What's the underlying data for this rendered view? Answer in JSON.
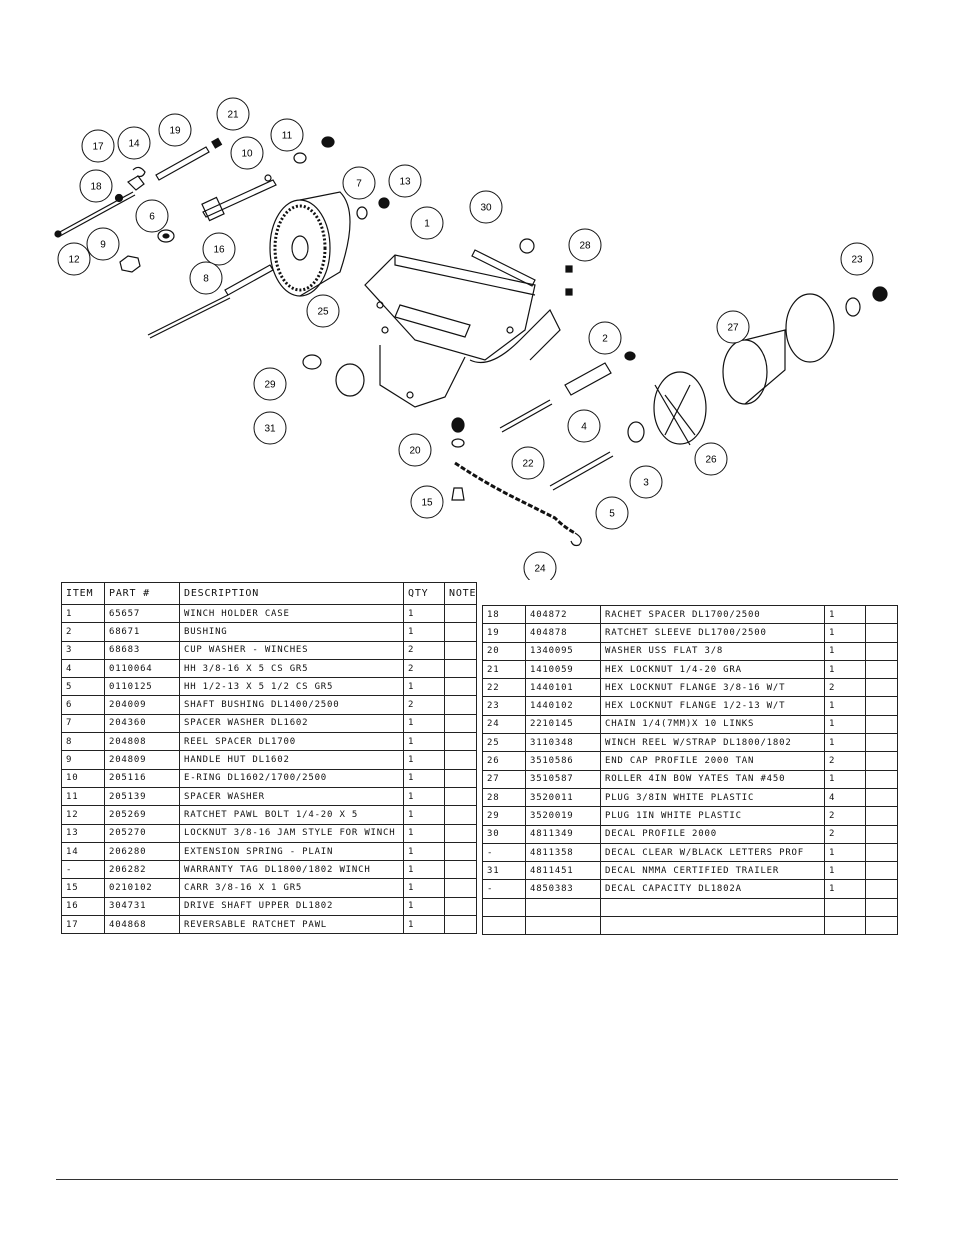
{
  "callouts": [
    {
      "id": "bubble-21",
      "label": "21"
    },
    {
      "id": "bubble-19",
      "label": "19"
    },
    {
      "id": "bubble-17",
      "label": "17"
    },
    {
      "id": "bubble-14",
      "label": "14"
    },
    {
      "id": "bubble-11",
      "label": "11"
    },
    {
      "id": "bubble-10",
      "label": "10"
    },
    {
      "id": "bubble-18",
      "label": "18"
    },
    {
      "id": "bubble-6",
      "label": "6"
    },
    {
      "id": "bubble-7",
      "label": "7"
    },
    {
      "id": "bubble-13",
      "label": "13"
    },
    {
      "id": "bubble-30",
      "label": "30"
    },
    {
      "id": "bubble-1",
      "label": "1"
    },
    {
      "id": "bubble-9",
      "label": "9"
    },
    {
      "id": "bubble-12",
      "label": "12"
    },
    {
      "id": "bubble-16",
      "label": "16"
    },
    {
      "id": "bubble-28",
      "label": "28"
    },
    {
      "id": "bubble-23",
      "label": "23"
    },
    {
      "id": "bubble-8",
      "label": "8"
    },
    {
      "id": "bubble-25",
      "label": "25"
    },
    {
      "id": "bubble-27",
      "label": "27"
    },
    {
      "id": "bubble-2",
      "label": "2"
    },
    {
      "id": "bubble-29",
      "label": "29"
    },
    {
      "id": "bubble-31",
      "label": "31"
    },
    {
      "id": "bubble-20",
      "label": "20"
    },
    {
      "id": "bubble-22",
      "label": "22"
    },
    {
      "id": "bubble-4",
      "label": "4"
    },
    {
      "id": "bubble-26",
      "label": "26"
    },
    {
      "id": "bubble-3",
      "label": "3"
    },
    {
      "id": "bubble-15",
      "label": "15"
    },
    {
      "id": "bubble-5",
      "label": "5"
    },
    {
      "id": "bubble-24",
      "label": "24"
    }
  ],
  "table_headers": {
    "item": "ITEM",
    "part": "PART #",
    "description": "DESCRIPTION",
    "qty": "QTY",
    "note": "NOTE"
  },
  "parts_left": [
    {
      "item": "1",
      "part": "65657",
      "description": "WINCH HOLDER CASE",
      "qty": "1"
    },
    {
      "item": "2",
      "part": "68671",
      "description": "BUSHING",
      "qty": "1"
    },
    {
      "item": "3",
      "part": "68683",
      "description": "CUP WASHER - WINCHES",
      "qty": "2"
    },
    {
      "item": "4",
      "part": "0110064",
      "description": "HH 3/8-16 X 5 CS GR5",
      "qty": "2"
    },
    {
      "item": "5",
      "part": "0110125",
      "description": "HH 1/2-13 X 5 1/2 CS GR5",
      "qty": "1"
    },
    {
      "item": "6",
      "part": "204009",
      "description": "SHAFT BUSHING  DL1400/2500",
      "qty": "2"
    },
    {
      "item": "7",
      "part": "204360",
      "description": "SPACER WASHER  DL1602",
      "qty": "1"
    },
    {
      "item": "8",
      "part": "204808",
      "description": "REEL SPACER  DL1700",
      "qty": "1"
    },
    {
      "item": "9",
      "part": "204809",
      "description": "HANDLE HUT  DL1602",
      "qty": "1"
    },
    {
      "item": "10",
      "part": "205116",
      "description": "E-RING DL1602/1700/2500",
      "qty": "1"
    },
    {
      "item": "11",
      "part": "205139",
      "description": "SPACER WASHER",
      "qty": "1"
    },
    {
      "item": "12",
      "part": "205269",
      "description": "RATCHET PAWL BOLT 1/4-20 X 5",
      "qty": "1"
    },
    {
      "item": "13",
      "part": "205270",
      "description": "LOCKNUT 3/8-16 JAM STYLE FOR WINCH",
      "qty": "1"
    },
    {
      "item": "14",
      "part": "206280",
      "description": "EXTENSION SPRING - PLAIN",
      "qty": "1"
    },
    {
      "item": "-",
      "part": "206282",
      "description": "WARRANTY TAG DL1800/1802 WINCH",
      "qty": "1"
    },
    {
      "item": "15",
      "part": "0210102",
      "description": "CARR 3/8-16 X 1 GR5",
      "qty": "1"
    },
    {
      "item": "16",
      "part": "304731",
      "description": "DRIVE SHAFT UPPER  DL1802",
      "qty": "1"
    },
    {
      "item": "17",
      "part": "404868",
      "description": "REVERSABLE RATCHET PAWL",
      "qty": "1"
    }
  ],
  "parts_right": [
    {
      "item": "18",
      "part": "404872",
      "description": "RACHET SPACER  DL1700/2500",
      "qty": "1"
    },
    {
      "item": "19",
      "part": "404878",
      "description": "RATCHET SLEEVE  DL1700/2500",
      "qty": "1"
    },
    {
      "item": "20",
      "part": "1340095",
      "description": "WASHER USS FLAT 3/8",
      "qty": "1"
    },
    {
      "item": "21",
      "part": "1410059",
      "description": "HEX LOCKNUT 1/4-20 GRA",
      "qty": "1"
    },
    {
      "item": "22",
      "part": "1440101",
      "description": "HEX LOCKNUT FLANGE 3/8-16 W/T",
      "qty": "2"
    },
    {
      "item": "23",
      "part": "1440102",
      "description": "HEX LOCKNUT FLANGE 1/2-13 W/T",
      "qty": "1"
    },
    {
      "item": "24",
      "part": "2210145",
      "description": "CHAIN 1/4(7MM)X 10 LINKS",
      "qty": "1"
    },
    {
      "item": "25",
      "part": "3110348",
      "description": "WINCH REEL W/STRAP  DL1800/1802",
      "qty": "1"
    },
    {
      "item": "26",
      "part": "3510586",
      "description": "END CAP PROFILE 2000 TAN",
      "qty": "2"
    },
    {
      "item": "27",
      "part": "3510587",
      "description": "ROLLER 4IN BOW YATES TAN #450",
      "qty": "1"
    },
    {
      "item": "28",
      "part": "3520011",
      "description": "PLUG  3/8IN WHITE PLASTIC",
      "qty": "4"
    },
    {
      "item": "29",
      "part": "3520019",
      "description": "PLUG  1IN WHITE PLASTIC",
      "qty": "2"
    },
    {
      "item": "30",
      "part": "4811349",
      "description": "DECAL PROFILE 2000",
      "qty": "2"
    },
    {
      "item": "-",
      "part": "4811358",
      "description": "DECAL CLEAR W/BLACK LETTERS PROF",
      "qty": "1"
    },
    {
      "item": "31",
      "part": "4811451",
      "description": "DECAL NMMA CERTIFIED TRAILER",
      "qty": "1"
    },
    {
      "item": "-",
      "part": "4850383",
      "description": "DECAL CAPACITY DL1802A",
      "qty": "1"
    },
    {
      "item": "",
      "part": "",
      "description": "",
      "qty": ""
    },
    {
      "item": "",
      "part": "",
      "description": "",
      "qty": ""
    }
  ]
}
